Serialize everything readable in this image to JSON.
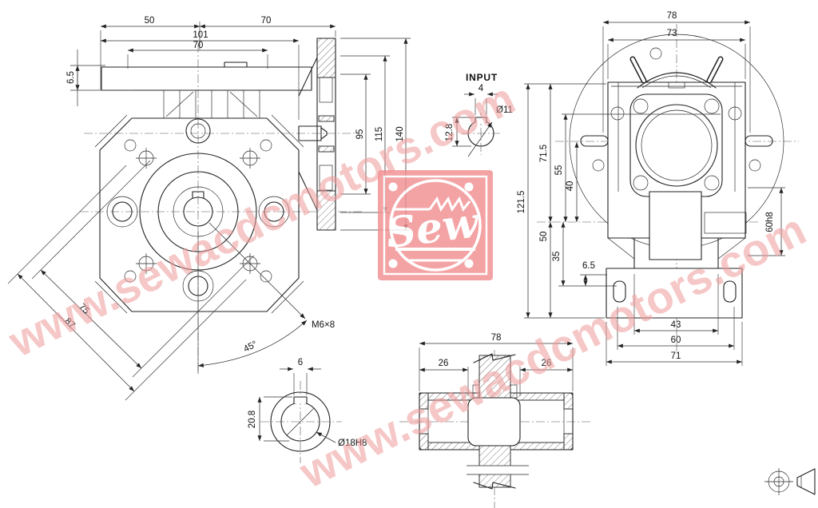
{
  "colors": {
    "line": "#222222",
    "watermark": "#ef9a9a",
    "stamp": "#f28f92"
  },
  "watermarks": {
    "a": "www.sewacdcmotors.com",
    "b": "www.sewacdcmotors.com"
  },
  "stamp": {
    "brand": "Sew"
  },
  "views": {
    "side": {
      "dims": {
        "w50": "50",
        "w70": "70",
        "w101": "101",
        "w70b": "70",
        "h65": "6.5",
        "v95": "95",
        "v115": "115",
        "v140": "140",
        "d75": "75",
        "d87": "87",
        "a45": "45°",
        "tap": "M6×8"
      }
    },
    "input": {
      "title": "INPUT",
      "dims": {
        "k4": "4",
        "h128": "12.8",
        "dia": "Ø11"
      }
    },
    "front": {
      "dims": {
        "w78": "78",
        "w73": "73",
        "v715": "71.5",
        "v55": "55",
        "v40": "40",
        "v1215": "121.5",
        "v35": "35",
        "v50": "50",
        "v65": "6.5",
        "v60h8": "60h8",
        "b43": "43",
        "b60": "60",
        "b71": "71"
      }
    },
    "bore": {
      "dims": {
        "k6": "6",
        "h208": "20.8",
        "dia": "Ø18H8"
      }
    },
    "shaft": {
      "dims": {
        "w78": "78",
        "l26": "26",
        "r26": "26"
      }
    }
  }
}
